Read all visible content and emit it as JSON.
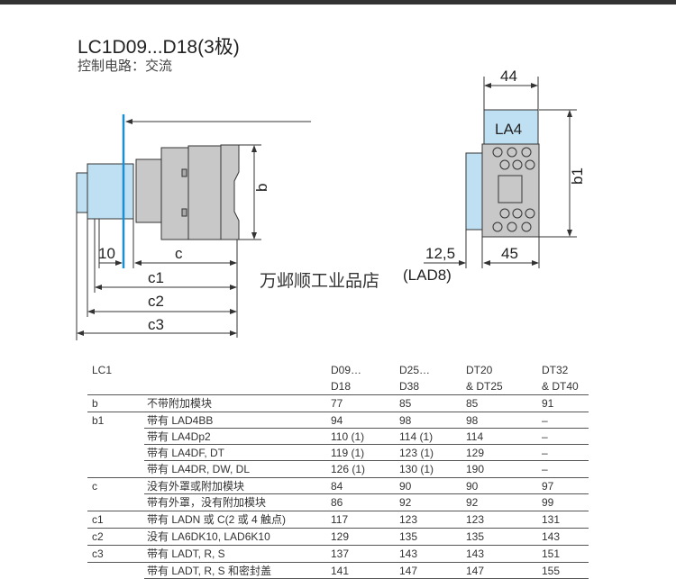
{
  "title": "LC1D09...D18(3极)",
  "subtitle": "控制电路：交流",
  "drawing": {
    "labels": {
      "b": "b",
      "b1": "b1",
      "c": "c",
      "c1": "c1",
      "c2": "c2",
      "c3": "c3",
      "d10": "10",
      "d44": "44",
      "d12_5": "12,5",
      "d45": "45",
      "lad8": "(LAD8)",
      "la4": "LA4"
    },
    "watermark": "万邺顺工业品店",
    "colors": {
      "blue_line": "#1a8fd0",
      "module": "#bfe0f2",
      "body": "#c8c8c8"
    }
  },
  "table": {
    "header": [
      "LC1",
      "",
      "D09…",
      "D25…",
      "DT20",
      "DT32"
    ],
    "header2": [
      "",
      "",
      "D18",
      "D38",
      "& DT25",
      "& DT40"
    ],
    "rows": [
      [
        "b",
        "不带附加模块",
        "77",
        "85",
        "85",
        "91"
      ],
      [
        "b1",
        "带有 LAD4BB",
        "94",
        "98",
        "98",
        "–"
      ],
      [
        "",
        "带有 LA4Dp2",
        "110 (1)",
        "114 (1)",
        "114",
        "–"
      ],
      [
        "",
        "带有 LA4DF, DT",
        "119 (1)",
        "123 (1)",
        "129",
        "–"
      ],
      [
        "",
        "带有 LA4DR, DW, DL",
        "126 (1)",
        "130 (1)",
        "190",
        "–"
      ],
      [
        "c",
        "没有外罩或附加模块",
        "84",
        "90",
        "90",
        "97"
      ],
      [
        "",
        "带有外罩，没有附加模块",
        "86",
        "92",
        "92",
        "99"
      ],
      [
        "c1",
        "带有 LADN 或 C(2 或 4 触点)",
        "117",
        "123",
        "123",
        "131"
      ],
      [
        "c2",
        "没有 LA6DK10, LAD6K10",
        "129",
        "135",
        "135",
        "143"
      ],
      [
        "c3",
        "带有 LADT, R, S",
        "137",
        "143",
        "143",
        "151"
      ],
      [
        "",
        "带有 LADT, R, S 和密封盖",
        "141",
        "147",
        "147",
        "155"
      ]
    ]
  }
}
